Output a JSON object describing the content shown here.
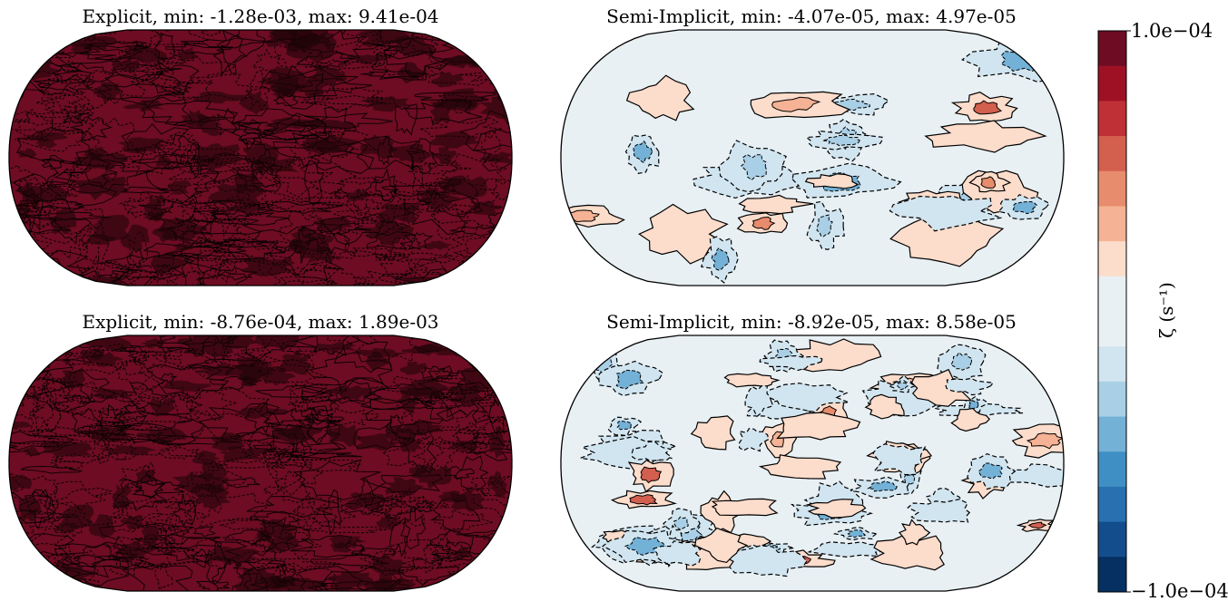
{
  "panels": [
    {
      "id": "explicit-top",
      "title": "Explicit, min: -1.28e-03, max: 9.41e-04",
      "style": "saturated",
      "seed": 11
    },
    {
      "id": "semi-implicit-top",
      "title": "Semi-Implicit, min: -4.07e-05, max: 4.97e-05",
      "style": "smooth",
      "seed": 23
    },
    {
      "id": "explicit-bottom",
      "title": "Explicit, min: -8.76e-04, max: 1.89e-03",
      "style": "saturated",
      "seed": 37
    },
    {
      "id": "semi-implicit-bottom",
      "title": "Semi-Implicit, min: -8.92e-05, max: 8.58e-05",
      "style": "noisy",
      "seed": 53
    }
  ],
  "colorbar": {
    "label": "ζ (s⁻¹)",
    "max_label": "1.0e−04",
    "min_label": "−1.0e−04",
    "vmin": -0.0001,
    "vmax": 0.0001,
    "levels": 16,
    "colors": [
      "#053061",
      "#144d8c",
      "#2870b0",
      "#3f8fc4",
      "#74b1d6",
      "#a8cfe5",
      "#d1e5f0",
      "#e8f0f4",
      "#e9f0f4",
      "#fcdccb",
      "#f5b294",
      "#e78c6c",
      "#d35f4f",
      "#be3035",
      "#9e1125",
      "#6d0c22"
    ]
  },
  "colors": {
    "land_background": "#e8f0f4",
    "saturated": "#6d0c22",
    "contour": "#000000"
  }
}
